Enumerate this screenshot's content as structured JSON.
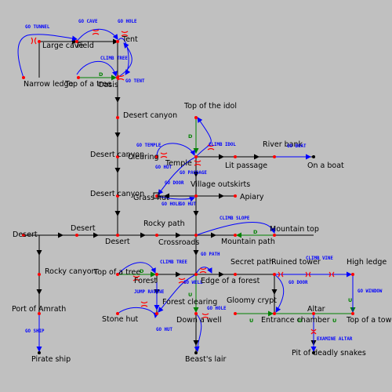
{
  "colors": {
    "background": "#c0c0c0",
    "path": "#000000",
    "command_link": "#0000ff",
    "command_text": "#0000ff",
    "room": "#ff0000",
    "door_marker": "#ff0000",
    "up_down_path": "#008000"
  },
  "rooms": [
    {
      "id": "large-cave",
      "label": "Large cave"
    },
    {
      "id": "field",
      "label": "Field"
    },
    {
      "id": "tent",
      "label": "Tent"
    },
    {
      "id": "narrow-ledge",
      "label": "Narrow ledge"
    },
    {
      "id": "top-of-a-tree-north",
      "label": "Top of a tree"
    },
    {
      "id": "oasis",
      "label": "Oasis"
    },
    {
      "id": "desert-canyon-1",
      "label": "Desert canyon"
    },
    {
      "id": "desert-canyon-2",
      "label": "Desert canyon"
    },
    {
      "id": "desert-canyon-3",
      "label": "Desert canyon"
    },
    {
      "id": "top-of-the-idol",
      "label": "Top of the idol"
    },
    {
      "id": "clearing",
      "label": "Clearing"
    },
    {
      "id": "temple",
      "label": "Temple"
    },
    {
      "id": "lit-passage",
      "label": "Lit passage"
    },
    {
      "id": "river-bank",
      "label": "River bank"
    },
    {
      "id": "on-a-boat",
      "label": "On a boat"
    },
    {
      "id": "grass-hut",
      "label": "Grass hut"
    },
    {
      "id": "village-outskirts",
      "label": "Village outskirts"
    },
    {
      "id": "apiary",
      "label": "Apiary"
    },
    {
      "id": "desert-west",
      "label": "Desert"
    },
    {
      "id": "desert-mid",
      "label": "Desert"
    },
    {
      "id": "desert-main",
      "label": "Desert"
    },
    {
      "id": "rocky-path",
      "label": "Rocky path"
    },
    {
      "id": "crossroads",
      "label": "Crossroads"
    },
    {
      "id": "mountain-path",
      "label": "Mountain path"
    },
    {
      "id": "mountain-top",
      "label": "Mountain top"
    },
    {
      "id": "rocky-canyon",
      "label": "Rocky canyon"
    },
    {
      "id": "port-of-amrath",
      "label": "Port of Amrath"
    },
    {
      "id": "pirate-ship",
      "label": "Pirate ship"
    },
    {
      "id": "top-of-a-tree-west",
      "label": "Top of a tree"
    },
    {
      "id": "forest",
      "label": "Forest"
    },
    {
      "id": "edge-of-a-forest",
      "label": "Edge of a forest"
    },
    {
      "id": "secret-path",
      "label": "Secret path"
    },
    {
      "id": "ruined-tower",
      "label": "Ruined tower"
    },
    {
      "id": "high-ledge",
      "label": "High ledge"
    },
    {
      "id": "forest-clearing",
      "label": "Forest clearing"
    },
    {
      "id": "gloomy-crypt",
      "label": "Gloomy crypt"
    },
    {
      "id": "stone-hut",
      "label": "Stone hut"
    },
    {
      "id": "down-a-well",
      "label": "Down a well"
    },
    {
      "id": "entrance-chamber",
      "label": "Entrance chamber"
    },
    {
      "id": "altar",
      "label": "Altar"
    },
    {
      "id": "top-of-a-tower",
      "label": "Top of a tower"
    },
    {
      "id": "beasts-lair",
      "label": "Beast's lair"
    },
    {
      "id": "pit-of-deadly-snakes",
      "label": "Pit of deadly snakes"
    }
  ],
  "commands": [
    {
      "id": "go-tunnel",
      "label": "GO TUNNEL"
    },
    {
      "id": "go-cave",
      "label": "GO CAVE"
    },
    {
      "id": "go-hole-north",
      "label": "GO HOLE"
    },
    {
      "id": "climb-tree-north",
      "label": "CLIMB TREE"
    },
    {
      "id": "go-tent",
      "label": "GO TENT"
    },
    {
      "id": "go-temple",
      "label": "GO TEMPLE"
    },
    {
      "id": "go-hut",
      "label": "GO HUT"
    },
    {
      "id": "go-door-temple",
      "label": "GO DOOR"
    },
    {
      "id": "climb-idol",
      "label": "CLIMB IDOL"
    },
    {
      "id": "go-passage",
      "label": "GO PASSAGE"
    },
    {
      "id": "go-boat",
      "label": "GO BOAT"
    },
    {
      "id": "go-hole-village",
      "label": "GO HOLE"
    },
    {
      "id": "go-hut-village",
      "label": "GO HUT"
    },
    {
      "id": "climb-slope",
      "label": "CLIMB SLOPE"
    },
    {
      "id": "climb-tree-forest",
      "label": "CLIMB TREE"
    },
    {
      "id": "go-path",
      "label": "GO PATH"
    },
    {
      "id": "go-well",
      "label": "GO WELL"
    },
    {
      "id": "jump-ravine",
      "label": "JUMP RAVINE"
    },
    {
      "id": "go-hut-forest",
      "label": "GO HUT"
    },
    {
      "id": "go-hole-forest",
      "label": "GO HOLE"
    },
    {
      "id": "climb-vine",
      "label": "CLIMB VINE"
    },
    {
      "id": "go-door-tower",
      "label": "GO DOOR"
    },
    {
      "id": "go-window",
      "label": "GO WINDOW"
    },
    {
      "id": "examine-altar",
      "label": "EXAMINE ALTAR"
    },
    {
      "id": "go-ship",
      "label": "GO SHIP"
    }
  ],
  "direction_marks": {
    "up": "U",
    "down": "D"
  }
}
